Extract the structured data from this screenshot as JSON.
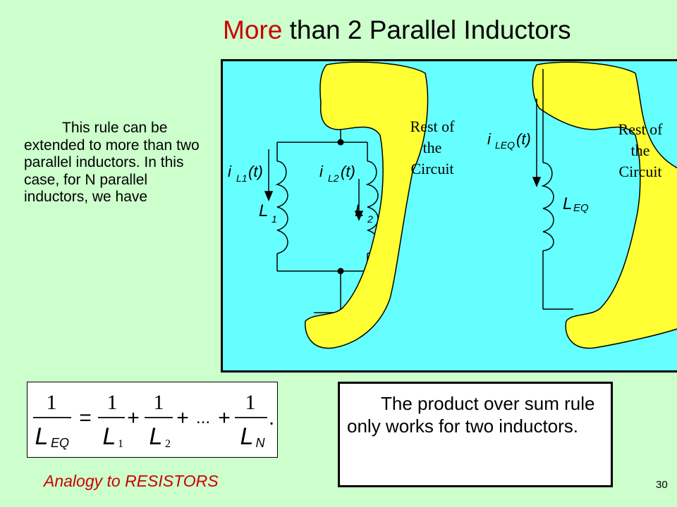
{
  "title": {
    "accent": "More",
    "rest": " than 2 Parallel Inductors"
  },
  "intro_text": "This rule can be extended to more than two parallel inductors. In this case, for N parallel inductors, we have",
  "circuit": {
    "left": {
      "i1_main": "i",
      "i1_sub": "L1",
      "i1_arg": "(t)",
      "i2_main": "i",
      "i2_sub": "L2",
      "i2_arg": "(t)",
      "l1_main": "L",
      "l1_sub": "1",
      "l2_main": "L",
      "l2_sub": "2",
      "rest_line1": "Rest of",
      "rest_line2": "the",
      "rest_line3": "Circuit"
    },
    "right": {
      "ieq_main": "i",
      "ieq_sub": "LEQ",
      "ieq_arg": "(t)",
      "leq_main": "L",
      "leq_sub": "EQ",
      "rest_line1": "Rest of",
      "rest_line2": "the",
      "rest_line3": "Circuit"
    }
  },
  "formula": {
    "one": "1",
    "l_eq": "L",
    "l_eq_sub": "EQ",
    "l1": "L",
    "l1_sub": "1",
    "l2": "L",
    "l2_sub": "2",
    "ln": "L",
    "ln_sub": "N",
    "equals": "=",
    "plus": "+",
    "ellipsis": "...",
    "period": "."
  },
  "note": "The product over sum rule only works for two inductors.",
  "analogy": "Analogy to RESISTORS",
  "page_number": "30",
  "colors": {
    "background": "#ccffcc",
    "circuit_panel": "#66ffff",
    "blob_fill": "#ffff33",
    "title_accent": "#cc0000",
    "analogy": "#cc0000"
  }
}
